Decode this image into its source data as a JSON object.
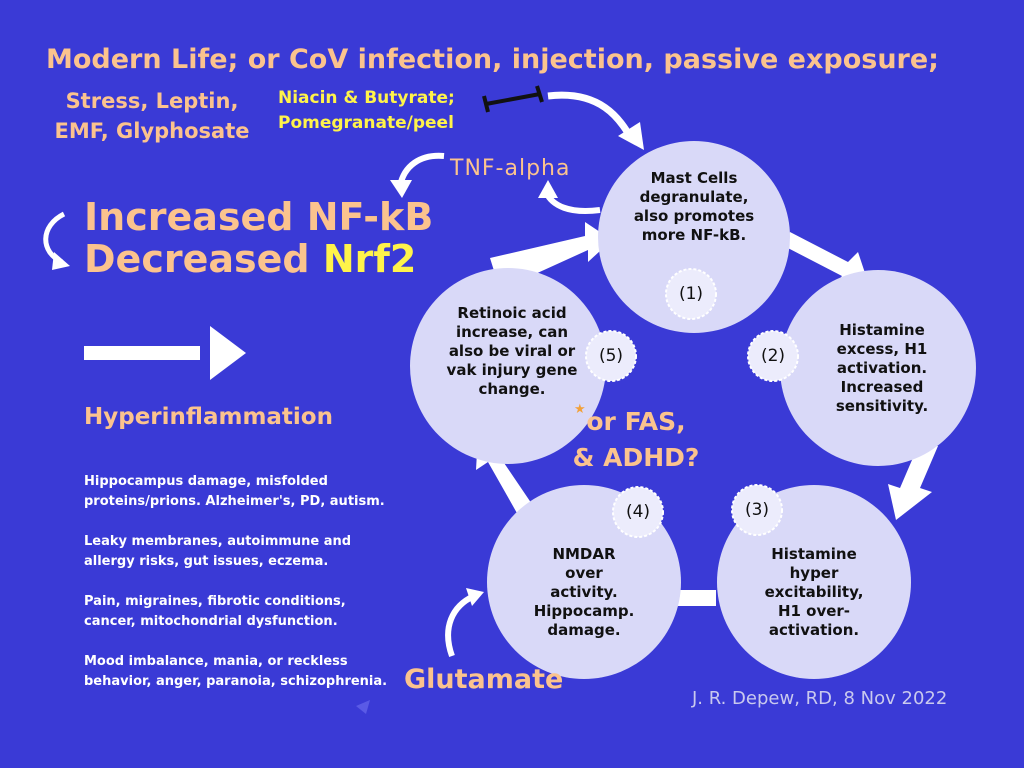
{
  "header": {
    "line1": "Modern Life; or CoV infection, injection, passive exposure;",
    "stress_line1": "Stress, Leptin,",
    "stress_line2": "EMF,  Glyphosate",
    "inhibitors_line1": "Niacin & Butyrate;",
    "inhibitors_line2": "Pomegranate/peel",
    "tnf": "TNF-alpha"
  },
  "left": {
    "increased": "Increased NF-kB",
    "decreased_prefix": "Decreased ",
    "decreased_highlight": "Nrf2",
    "hyperinflammation": "Hyperinflammation",
    "effects": [
      {
        "line1": "Hippocampus damage, misfolded",
        "line2": "proteins/prions. Alzheimer's, PD, autism."
      },
      {
        "line1": "Leaky membranes, autoimmune and",
        "line2": "allergy risks, gut issues, eczema."
      },
      {
        "line1": "Pain, migraines, fibrotic conditions,",
        "line2": "cancer, mitochondrial dysfunction."
      },
      {
        "line1": "Mood imbalance, mania, or reckless",
        "line2": "behavior, anger, paranoia, schizophrenia."
      }
    ]
  },
  "cycle": {
    "nodes": [
      {
        "label": "(1)",
        "lines": [
          "Mast Cells",
          "degranulate,",
          "also promotes",
          "more NF-kB."
        ]
      },
      {
        "label": "(2)",
        "lines": [
          "Histamine",
          "excess, H1",
          "activation.",
          "Increased",
          "sensitivity."
        ]
      },
      {
        "label": "(3)",
        "lines": [
          "Histamine",
          "hyper",
          "excitability,",
          "H1 over-",
          "activation."
        ]
      },
      {
        "label": "(4)",
        "lines": [
          "NMDAR",
          "over",
          "activity.",
          "Hippocamp.",
          "damage."
        ]
      },
      {
        "label": "(5)",
        "lines": [
          "Retinoic acid",
          "increase, can",
          "also be viral or",
          "vak injury gene",
          "change."
        ]
      }
    ],
    "center_line1": "or FAS,",
    "center_line2": "& ADHD?"
  },
  "glutamate": "Glutamate",
  "credit": "J. R. Depew, RD, 8 Nov 2022",
  "colors": {
    "background": "#3a3ad6",
    "accent": "#fbc38e",
    "highlight": "#fff34a",
    "node": "#d9d9f8"
  }
}
